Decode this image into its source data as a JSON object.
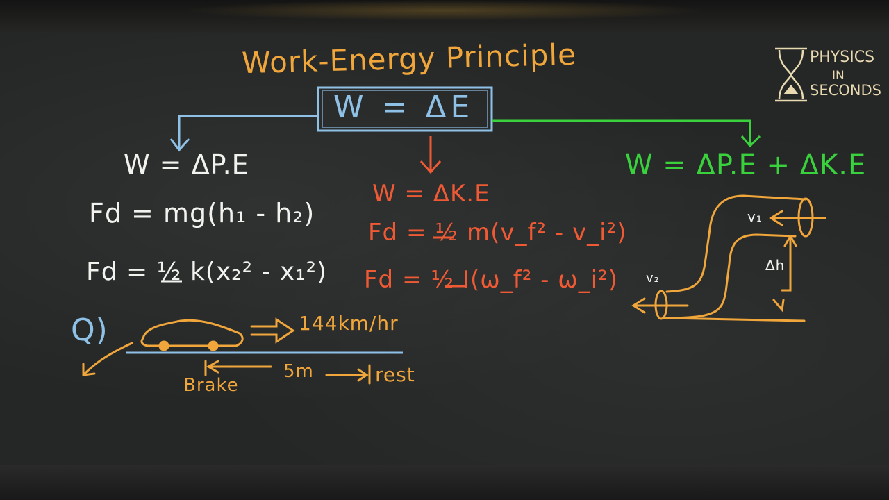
{
  "title": "Work-Energy Principle",
  "central_equation": "W = ΔE",
  "logo": {
    "line1": "PHYSICS",
    "line2": "IN",
    "line3": "SECONDS"
  },
  "left_branch": {
    "eq1": "W = ΔP.E",
    "eq2": "Fd = mg(h₁ - h₂)",
    "eq3": "Fd = ½ k(x₂² - x₁²)"
  },
  "middle_branch": {
    "eq1": "W = ΔK.E",
    "eq2": "Fd = ½ m(v_f² - v_i²)",
    "eq3": "Fd = ½ I(ω_f² - ω_i²)"
  },
  "right_branch": {
    "eq1": "W = ΔP.E + ΔK.E",
    "label_v1": "v₁",
    "label_v2": "v₂",
    "label_dh": "Δh"
  },
  "question": {
    "label": "Q)",
    "speed": "144km/hr",
    "brake": "Brake",
    "distance": "5m",
    "rest": "rest"
  },
  "colors": {
    "orange": "#f0a63a",
    "blue": "#8fc0e6",
    "white": "#f2f2ee",
    "red": "#ef5a34",
    "green": "#39d23c",
    "board": "#252727"
  }
}
